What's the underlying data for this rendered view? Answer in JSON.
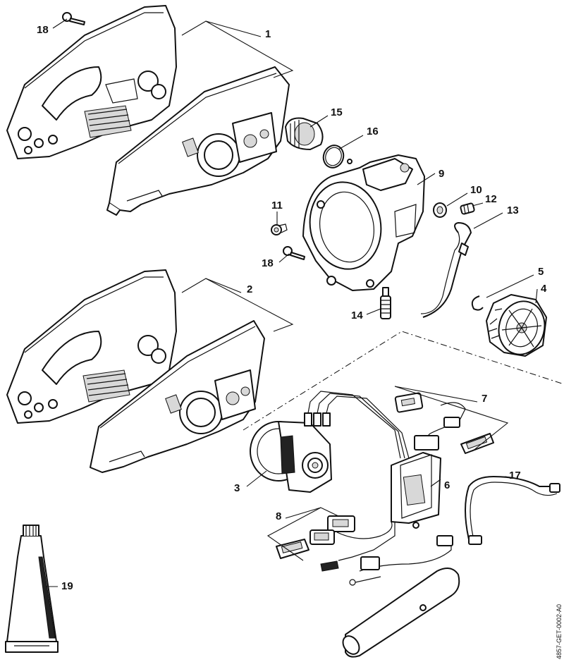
{
  "diagram": {
    "drawing_code": "4857-GET-0002-A0",
    "callouts": [
      "1",
      "2",
      "3",
      "4",
      "5",
      "6",
      "7",
      "8",
      "9",
      "10",
      "11",
      "12",
      "13",
      "14",
      "15",
      "16",
      "17",
      "18",
      "18",
      "19"
    ]
  }
}
